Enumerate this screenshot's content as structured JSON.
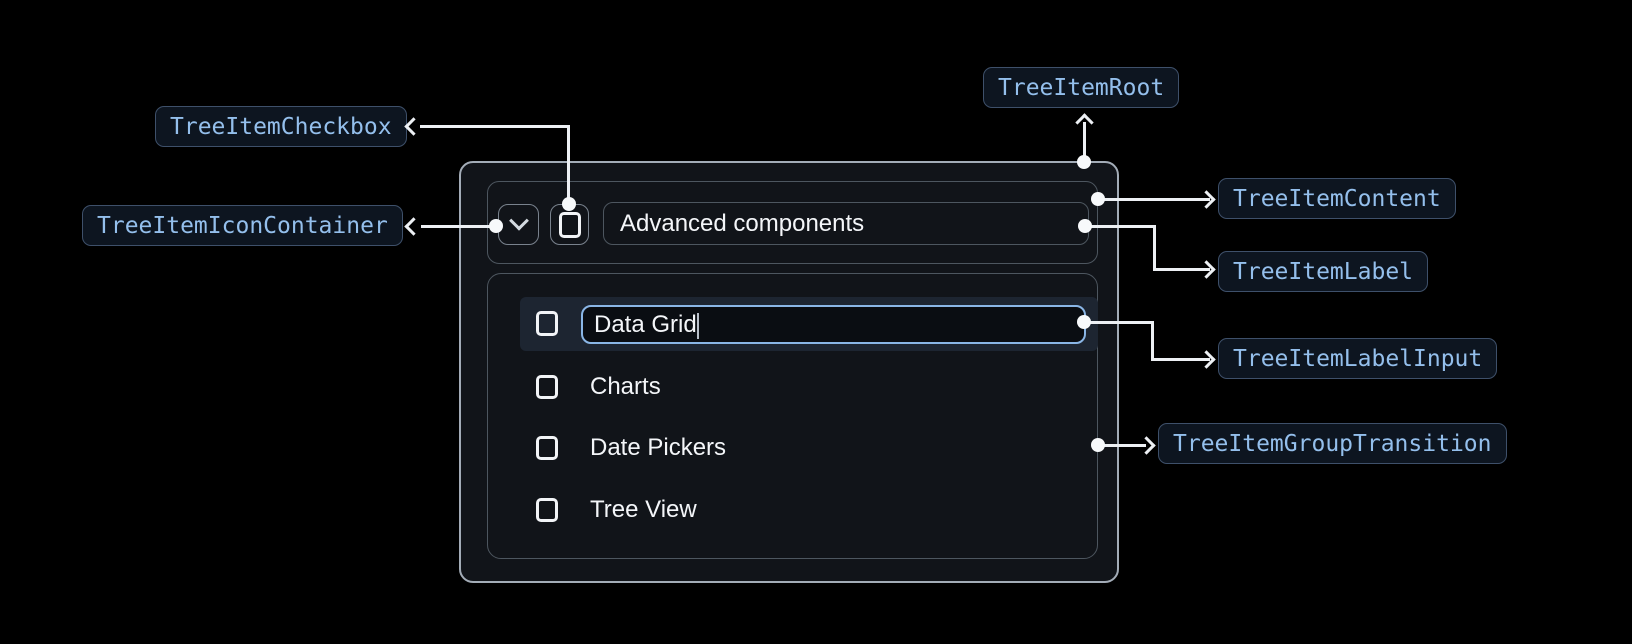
{
  "diagram": {
    "annotations": {
      "checkbox": "TreeItemCheckbox",
      "icon_container": "TreeItemIconContainer",
      "root": "TreeItemRoot",
      "content": "TreeItemContent",
      "label": "TreeItemLabel",
      "label_input": "TreeItemLabelInput",
      "group_transition": "TreeItemGroupTransition"
    }
  },
  "tree": {
    "parent": {
      "label": "Advanced components",
      "expanded": true,
      "checkbox_checked": false
    },
    "items": [
      {
        "label": "Data Grid",
        "state": "editing",
        "checkbox_checked": false
      },
      {
        "label": "Charts",
        "checkbox_checked": false
      },
      {
        "label": "Date Pickers",
        "checkbox_checked": false
      },
      {
        "label": "Tree View",
        "checkbox_checked": false
      }
    ]
  },
  "icons": {
    "expand": "chevron-down-icon",
    "checkbox": "checkbox-unchecked-icon",
    "caret": "text-caret"
  },
  "colors": {
    "accent_blue": "#8ab6e6",
    "badge_text": "#94bfec",
    "badge_border": "#3e506a",
    "connector": "#edf0f4",
    "row_highlight": "#1d2531",
    "panel_border": "#a3acb7"
  }
}
